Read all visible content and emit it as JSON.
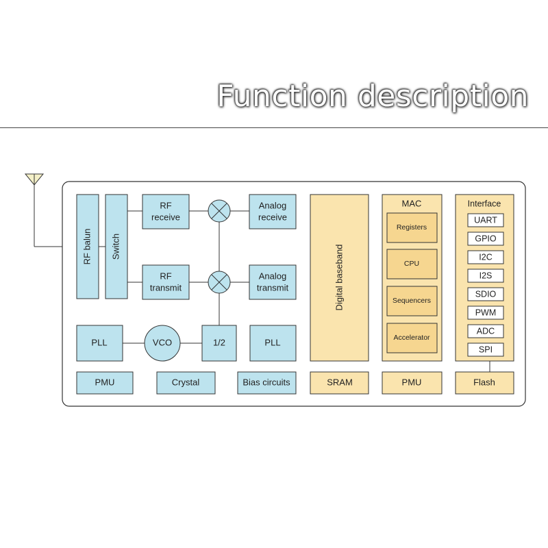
{
  "header": {
    "title": "Function description"
  },
  "rf": {
    "rf_balun": "RF balun",
    "switch": "Switch",
    "rf_receive": [
      "RF",
      "receive"
    ],
    "rf_transmit": [
      "RF",
      "transmit"
    ],
    "analog_receive": [
      "Analog",
      "receive"
    ],
    "analog_transmit": [
      "Analog",
      "transmit"
    ],
    "pll_left": "PLL",
    "vco": "VCO",
    "divider": "1/2",
    "pll_right": "PLL",
    "pmu": "PMU",
    "crystal": "Crystal",
    "bias": "Bias circuits"
  },
  "digital": {
    "baseband": "Digital baseband",
    "sram": "SRAM"
  },
  "mac": {
    "title": "MAC",
    "items": [
      "Registers",
      "CPU",
      "Sequencers",
      "Accelerator"
    ],
    "pmu": "PMU"
  },
  "interface": {
    "title": "Interface",
    "items": [
      "UART",
      "GPIO",
      "I2C",
      "I2S",
      "SDIO",
      "PWM",
      "ADC",
      "SPI"
    ],
    "flash": "Flash"
  },
  "colors": {
    "rf_block": "#bde3ee",
    "digital_block": "#fae4ae",
    "digital_inner": "#f6d690"
  }
}
